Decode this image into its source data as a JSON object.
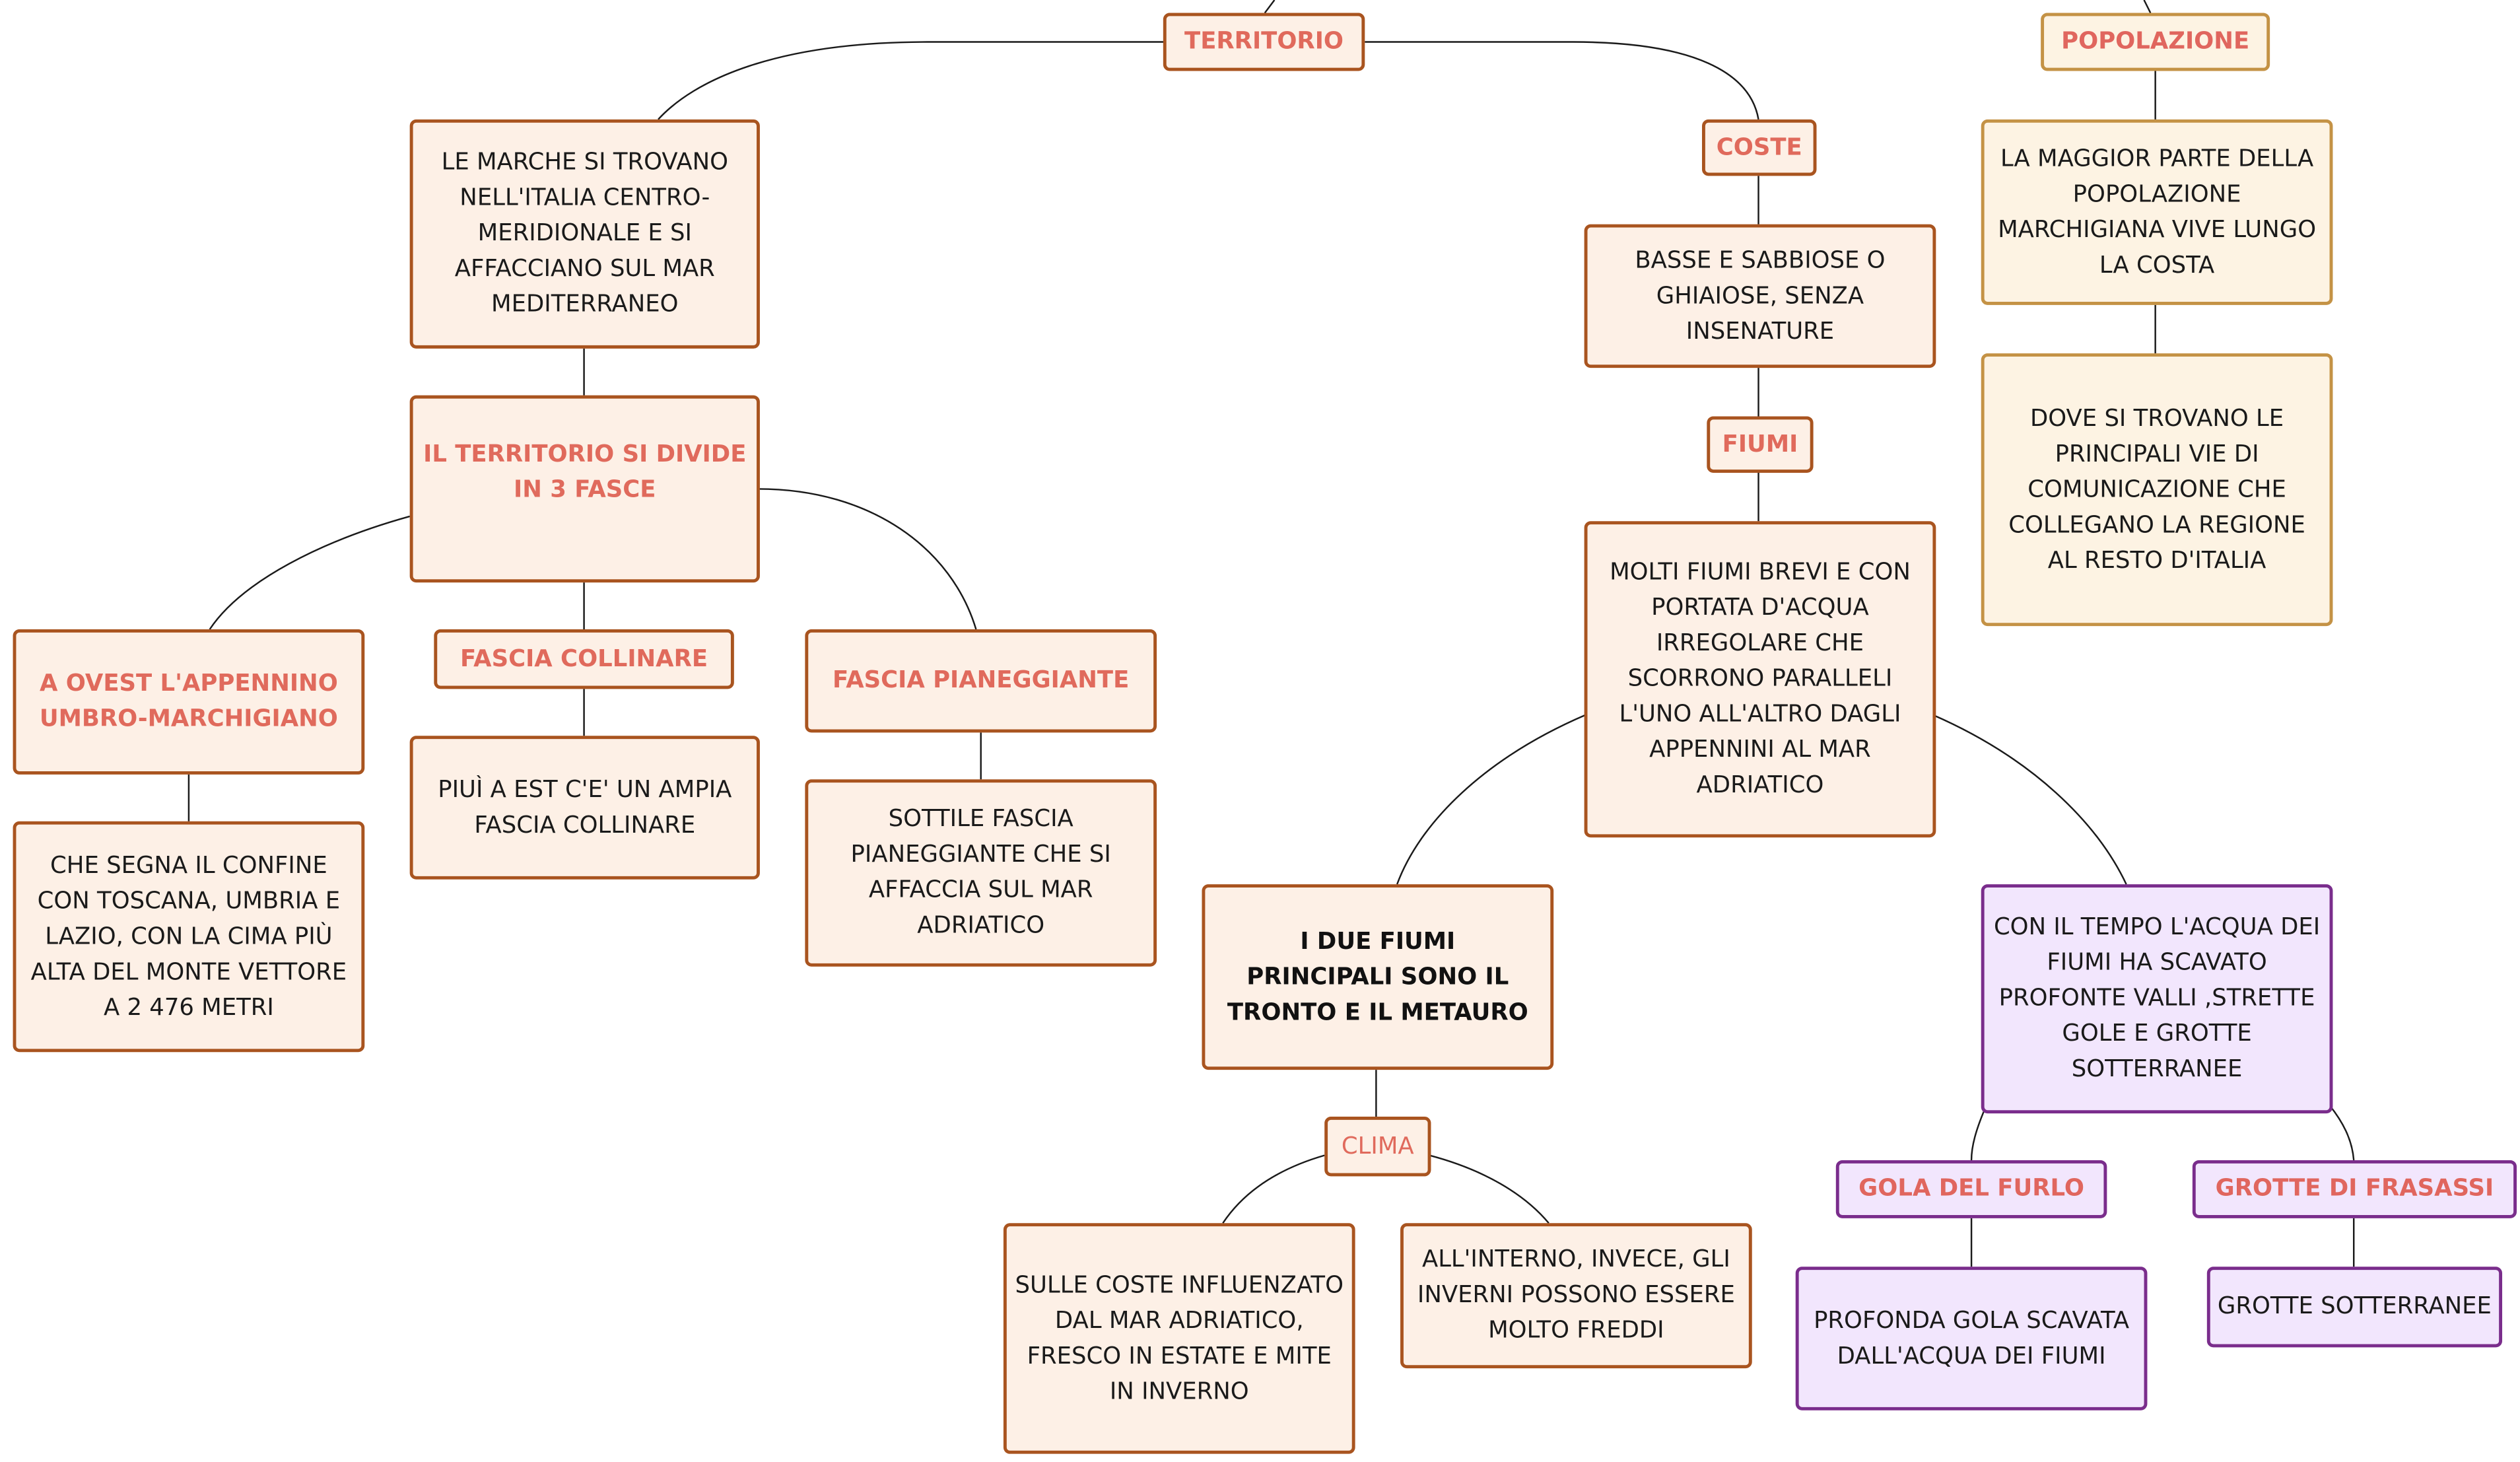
{
  "nodes": {
    "territorio": "TERRITORIO",
    "popolazione": "POPOLAZIONE",
    "marche": "LE MARCHE SI TROVANO NELL'ITALIA CENTRO-MERIDIONALE E SI AFFACCIANO SUL MAR MEDITERRANEO",
    "divide": "IL TERRITORIO SI DIVIDE IN 3 FASCE",
    "ovest": "A OVEST L'APPENNINO UMBRO-MARCHIGIANO",
    "collinare": "FASCIA COLLINARE",
    "pianeggiante": "FASCIA PIANEGGIANTE",
    "confine": "CHE SEGNA IL CONFINE CON TOSCANA, UMBRIA E LAZIO, CON LA CIMA PIÙ ALTA DEL MONTE VETTORE A 2 476 METRI",
    "est": "PIUÌ A EST C'E' UN AMPIA FASCIA COLLINARE",
    "sottile": "SOTTILE FASCIA PIANEGGIANTE CHE SI AFFACCIA SUL MAR ADRIATICO",
    "coste": "COSTE",
    "basse": "BASSE E SABBIOSE O GHIAIOSE, SENZA INSENATURE",
    "fiumi": "FIUMI",
    "molti": "MOLTI FIUMI BREVI E CON PORTATA D'ACQUA IRREGOLARE CHE SCORRONO PARALLELI L'UNO ALL'ALTRO DAGLI APPENNINI AL MAR ADRIATICO",
    "due_fiumi": "I DUE FIUMI PRINCIPALI SONO IL TRONTO E IL METAURO",
    "clima": "CLIMA",
    "sulle_coste": "SULLE COSTE INFLUENZATO DAL MAR ADRIATICO, FRESCO IN ESTATE E MITE IN INVERNO",
    "interno": "ALL'INTERNO, INVECE, GLI INVERNI POSSONO ESSERE MOLTO FREDDI",
    "tempo": "CON IL TEMPO L'ACQUA DEI FIUMI HA SCAVATO PROFONTE VALLI ,STRETTE GOLE E GROTTE SOTTERRANEE",
    "furlo": "GOLA DEL FURLO",
    "frasassi": "GROTTE DI FRASASSI",
    "profonda": "PROFONDA GOLA SCAVATA DALL'ACQUA DEI FIUMI",
    "sotterranee": "GROTTE SOTTERRANEE",
    "maggior": "LA  MAGGIOR PARTE DELLA POPOLAZIONE MARCHIGIANA VIVE LUNGO LA COSTA",
    "dove": "DOVE SI TROVANO LE PRINCIPALI VIE DI COMUNICAZIONE CHE COLLEGANO LA REGIONE AL RESTO D'ITALIA"
  }
}
